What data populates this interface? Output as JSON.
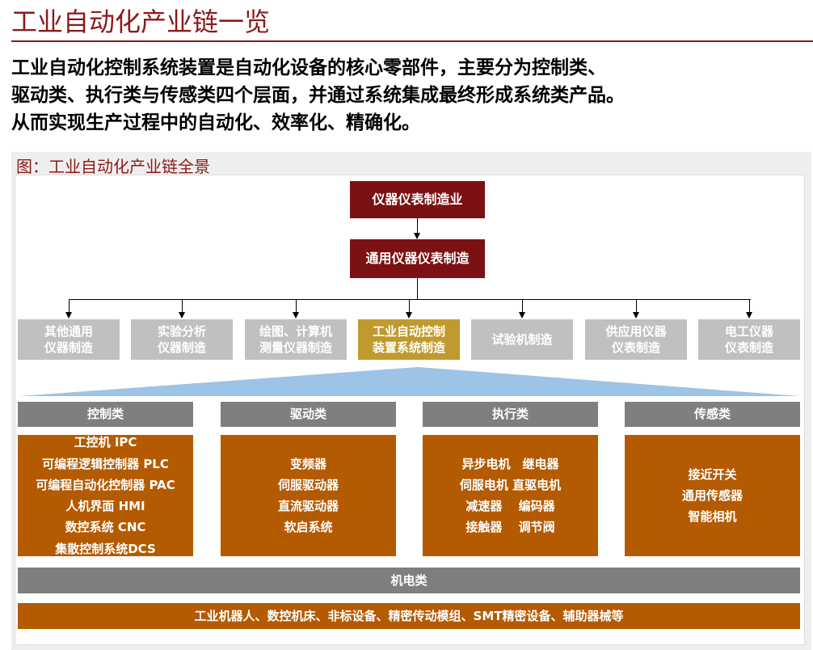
{
  "title": "工业自动化产业链一览",
  "paragraph": [
    "工业自动化控制系统装置是自动化设备的核心零部件，主要分为控制类、",
    "驱动类、执行类与传感类四个层面，并通过系统集成最终形成系统类产品。",
    "从而实现生产过程中的自动化、效率化、精确化。"
  ],
  "figure": {
    "caption": "图：工业自动化产业链全景",
    "top": "仪器仪表制造业",
    "second": "通用仪器仪表制造",
    "branches": [
      "其他通用\n仪器制造",
      "实验分析\n仪器制造",
      "绘图、计算机\n测量仪器制造",
      "工业自动控制\n装置系统制造",
      "试验机制造",
      "供应用仪器\n仪表制造",
      "电工仪器\n仪表制造"
    ],
    "categories": [
      {
        "name": "控制类",
        "items": "工控机 IPC\n可编程逻辑控制器 PLC\n可编程自动化控制器 PAC\n人机界面 HMI\n数控系统 CNC\n集散控制系统DCS"
      },
      {
        "name": "驱动类",
        "items": "变频器\n伺服驱动器\n直流驱动器\n软启系统"
      },
      {
        "name": "执行类",
        "items": "异步电机　继电器\n伺服电机 直驱电机\n减速器　 编码器\n接触器　 调节阀"
      },
      {
        "name": "传感类",
        "items": "接近开关\n通用传感器\n智能相机"
      }
    ],
    "mechatronics": "机电类",
    "products": "工业机器人、数控机床、非标设备、精密传动模组、SMT精密设备、辅助器械等"
  },
  "colors": {
    "dark_red": "#7b1113",
    "gold": "#c09a2e",
    "orange": "#b45a00",
    "gray": "#c0c0c0",
    "header_gray": "#7f7f7f",
    "triangle": "#9dc3e6"
  }
}
